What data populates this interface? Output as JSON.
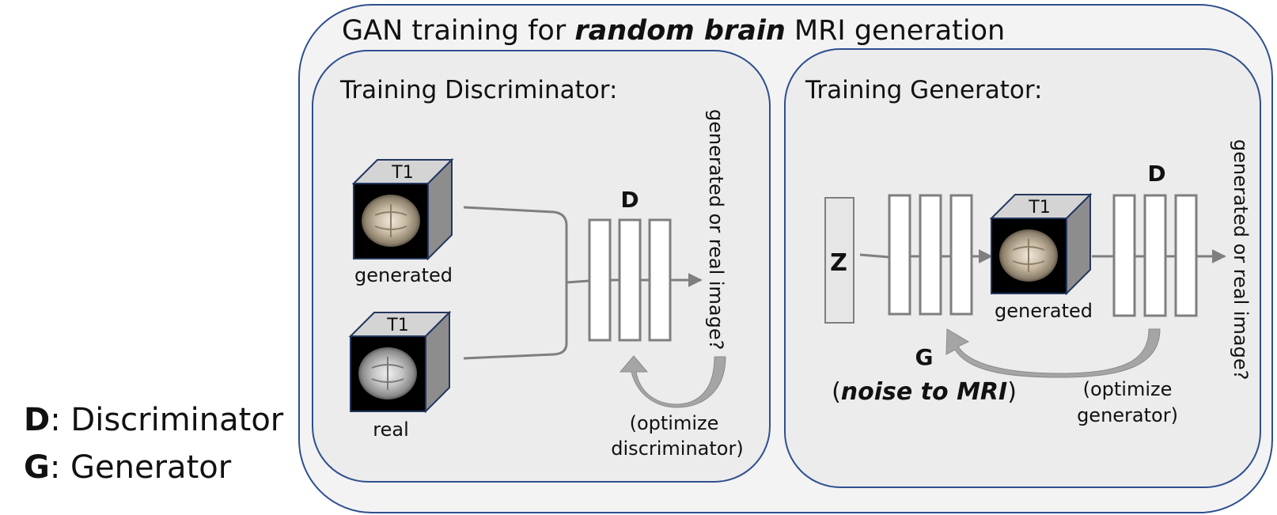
{
  "title": {
    "prefix": "GAN training for ",
    "emphasis": "random brain",
    "suffix": " MRI generation"
  },
  "discriminator_panel": {
    "heading": "Training Discriminator:",
    "cube_top_label_generated": "T1",
    "cube_top_label_real": "T1",
    "generated_label": "generated",
    "real_label": "real",
    "network_label": "D",
    "output_label": "generated or real image?",
    "optimize_line1": "(optimize",
    "optimize_line2": "discriminator)"
  },
  "generator_panel": {
    "heading": "Training Generator:",
    "noise_label": "Z",
    "cube_top_label": "T1",
    "generated_label": "generated",
    "discriminator_label": "D",
    "output_label": "generated or real image?",
    "generator_label": "G",
    "generator_desc_open": "(",
    "generator_desc_emphasis": "noise to MRI",
    "generator_desc_close": ")",
    "optimize_line1": "(optimize",
    "optimize_line2": "generator)"
  },
  "legend": {
    "items": [
      {
        "key": "D",
        "sep": ": ",
        "value": "Discriminator"
      },
      {
        "key": "G",
        "sep": ": ",
        "value": "Generator"
      }
    ]
  },
  "colors": {
    "panel_border": "#2f4f8f",
    "panel_fill": "#ececec",
    "outer_fill": "#f3f3f3",
    "line_gray": "#7f7f7f",
    "cube_top": "#d4d4d4",
    "cube_side": "#8d8d8d"
  }
}
